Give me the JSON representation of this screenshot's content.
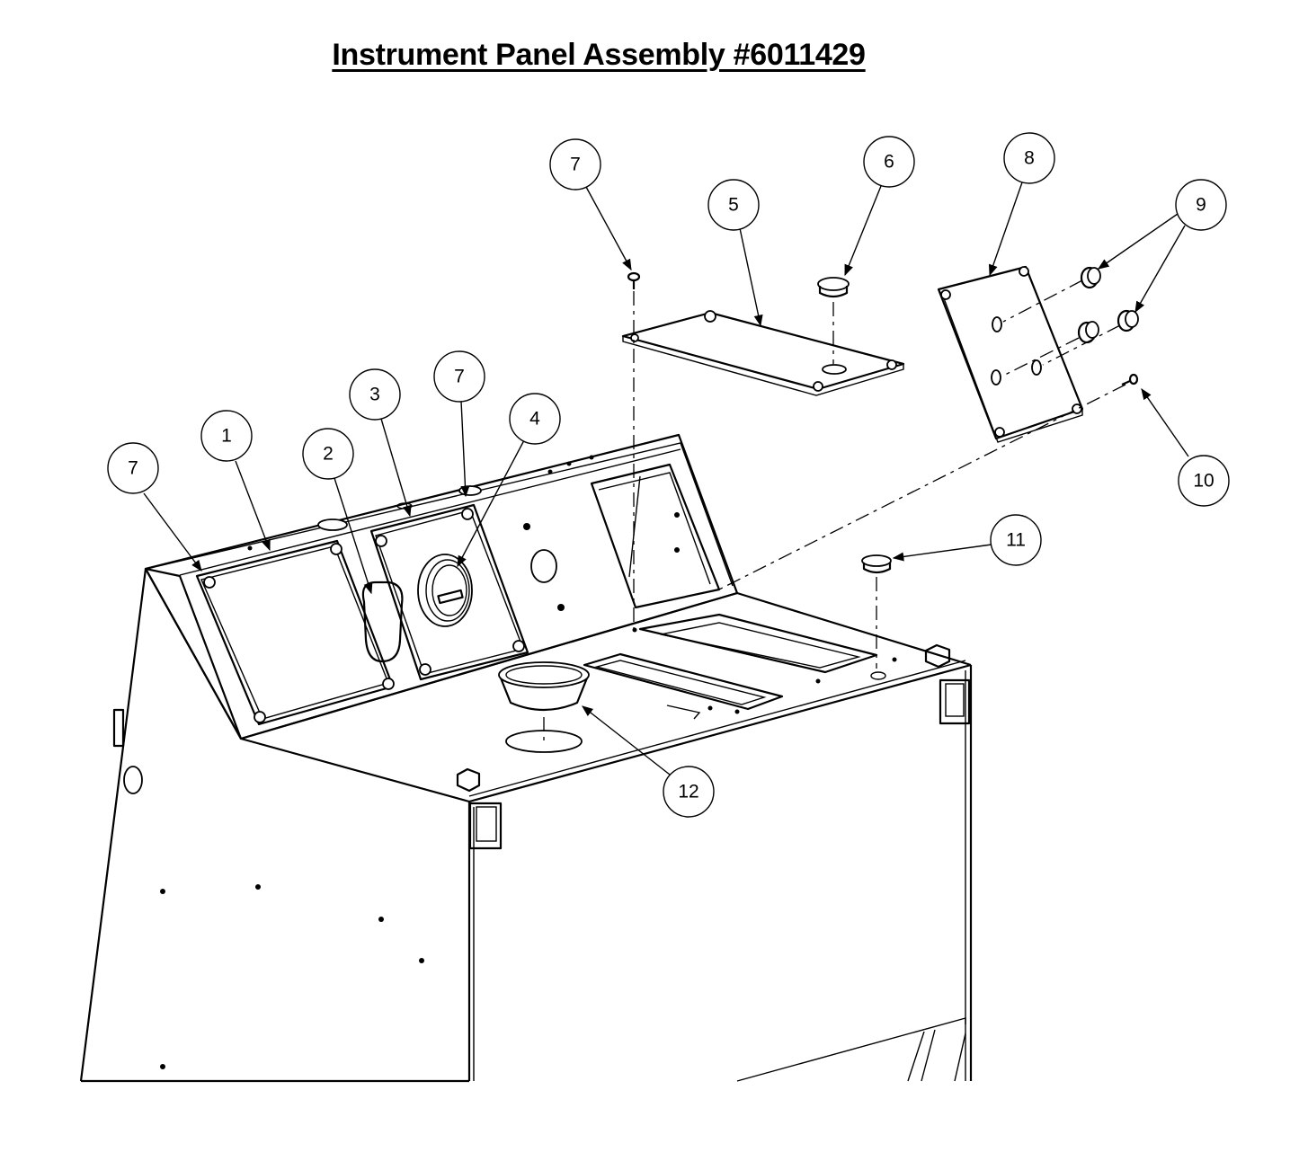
{
  "title": "Instrument Panel Assembly #6011429",
  "callouts": [
    {
      "id": "c7a",
      "label": "7"
    },
    {
      "id": "c1",
      "label": "1"
    },
    {
      "id": "c2",
      "label": "2"
    },
    {
      "id": "c3",
      "label": "3"
    },
    {
      "id": "c7b",
      "label": "7"
    },
    {
      "id": "c4",
      "label": "4"
    },
    {
      "id": "c7c",
      "label": "7"
    },
    {
      "id": "c5",
      "label": "5"
    },
    {
      "id": "c6",
      "label": "6"
    },
    {
      "id": "c8",
      "label": "8"
    },
    {
      "id": "c9",
      "label": "9"
    },
    {
      "id": "c10",
      "label": "10"
    },
    {
      "id": "c11",
      "label": "11"
    },
    {
      "id": "c12",
      "label": "12"
    }
  ]
}
